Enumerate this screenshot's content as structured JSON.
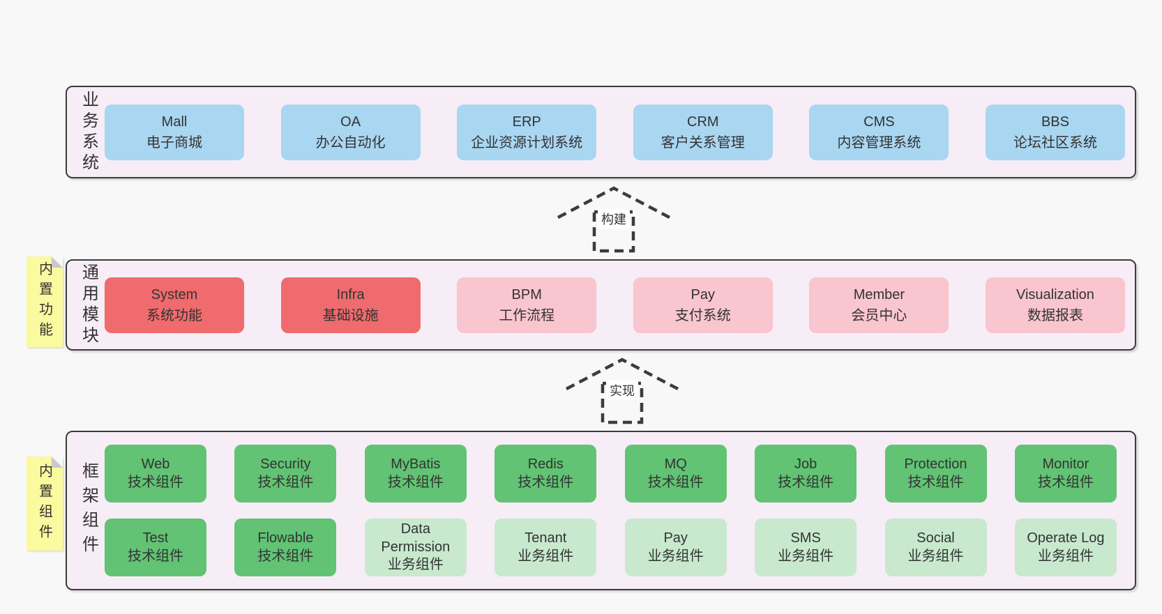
{
  "colors": {
    "page_bg": "#f8f8f8",
    "panel_bg": "#f6edf6",
    "panel_border": "#3c3c3c",
    "box_blue": "#a9d6f1",
    "box_red": "#ef6b6d",
    "box_pink": "#f9c5ce",
    "box_green": "#61c373",
    "box_lightgreen": "#c8e9ce",
    "note_yellow": "#fafa9e",
    "note_fold_grey": "#c9c9c9",
    "text": "#333333"
  },
  "sections": [
    {
      "id": "business-systems",
      "label": "业务系统",
      "items": [
        {
          "name": "Mall",
          "desc": "电子商城",
          "variant": "blue"
        },
        {
          "name": "OA",
          "desc": "办公自动化",
          "variant": "blue"
        },
        {
          "name": "ERP",
          "desc": "企业资源计划系统",
          "variant": "blue"
        },
        {
          "name": "CRM",
          "desc": "客户关系管理",
          "variant": "blue"
        },
        {
          "name": "CMS",
          "desc": "内容管理系统",
          "variant": "blue"
        },
        {
          "name": "BBS",
          "desc": "论坛社区系统",
          "variant": "blue"
        }
      ]
    },
    {
      "id": "common-modules",
      "label": "通用模块",
      "note": "内置功能",
      "items": [
        {
          "name": "System",
          "desc": "系统功能",
          "variant": "red"
        },
        {
          "name": "Infra",
          "desc": "基础设施",
          "variant": "red"
        },
        {
          "name": "BPM",
          "desc": "工作流程",
          "variant": "pink"
        },
        {
          "name": "Pay",
          "desc": "支付系统",
          "variant": "pink"
        },
        {
          "name": "Member",
          "desc": "会员中心",
          "variant": "pink"
        },
        {
          "name": "Visualization",
          "desc": "数据报表",
          "variant": "pink"
        }
      ]
    },
    {
      "id": "framework-components",
      "label": "框架组件",
      "note": "内置组件",
      "items": [
        {
          "name": "Web",
          "desc": "技术组件",
          "variant": "green"
        },
        {
          "name": "Security",
          "desc": "技术组件",
          "variant": "green"
        },
        {
          "name": "MyBatis",
          "desc": "技术组件",
          "variant": "green"
        },
        {
          "name": "Redis",
          "desc": "技术组件",
          "variant": "green"
        },
        {
          "name": "MQ",
          "desc": "技术组件",
          "variant": "green"
        },
        {
          "name": "Job",
          "desc": "技术组件",
          "variant": "green"
        },
        {
          "name": "Protection",
          "desc": "技术组件",
          "variant": "green"
        },
        {
          "name": "Monitor",
          "desc": "技术组件",
          "variant": "green"
        },
        {
          "name": "Test",
          "desc": "技术组件",
          "variant": "green"
        },
        {
          "name": "Flowable",
          "desc": "技术组件",
          "variant": "green"
        },
        {
          "name": "Data Permission",
          "desc": "业务组件",
          "variant": "lightgreen"
        },
        {
          "name": "Tenant",
          "desc": "业务组件",
          "variant": "lightgreen"
        },
        {
          "name": "Pay",
          "desc": "业务组件",
          "variant": "lightgreen"
        },
        {
          "name": "SMS",
          "desc": "业务组件",
          "variant": "lightgreen"
        },
        {
          "name": "Social",
          "desc": "业务组件",
          "variant": "lightgreen"
        },
        {
          "name": "Operate Log",
          "desc": "业务组件",
          "variant": "lightgreen"
        }
      ]
    }
  ],
  "arrows": [
    {
      "label": "构建"
    },
    {
      "label": "实现"
    }
  ]
}
